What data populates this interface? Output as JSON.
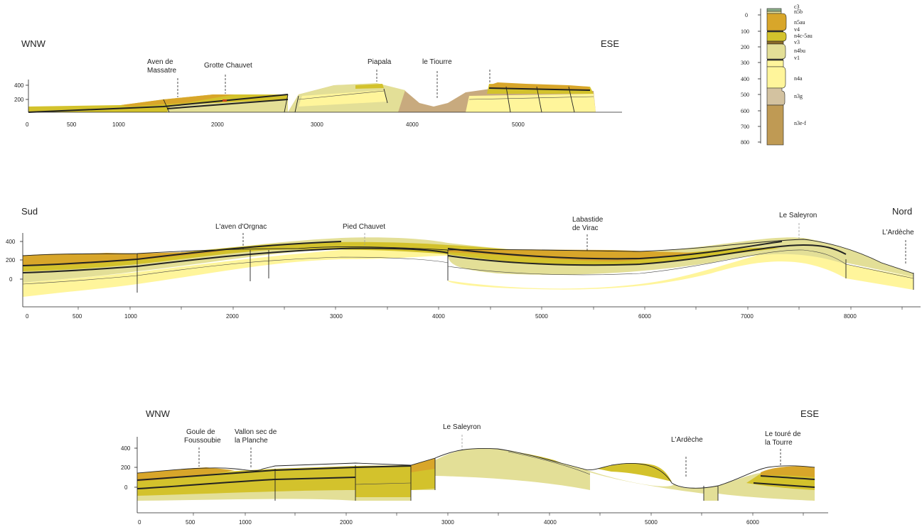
{
  "section1": {
    "left_direction": "WNW",
    "right_direction": "ESE",
    "labels": {
      "aven_line1": "Aven de",
      "aven_line2": "Massatre",
      "grotte": "Grotte Chauvet",
      "piapala": "Piapala",
      "tiourre": "le Tiourre"
    },
    "y_ticks": [
      "400",
      "200"
    ],
    "x_ticks": [
      "0",
      "500",
      "1000",
      "2000",
      "3000",
      "4000",
      "5000"
    ]
  },
  "legend_column": {
    "depth_ticks": [
      "0",
      "100",
      "200",
      "300",
      "400",
      "500",
      "600",
      "700",
      "800"
    ],
    "units": [
      "c3",
      "n5b",
      "n5au",
      "v4",
      "n4c-5au",
      "v3",
      "n4bu",
      "v1",
      "n4a",
      "n3g",
      "n3e-f"
    ]
  },
  "section2": {
    "left_direction": "Sud",
    "right_direction": "Nord",
    "labels": {
      "orgnac": "L'aven d'Orgnac",
      "pied": "Pied Chauvet",
      "labastide_line1": "Labastide",
      "labastide_line2": "de Virac",
      "saleyron": "Le Saleyron",
      "ardeche": "L'Ardèche"
    },
    "y_ticks": [
      "400",
      "200",
      "0"
    ],
    "x_ticks": [
      "0",
      "500",
      "1000",
      "2000",
      "3000",
      "4000",
      "5000",
      "6000",
      "7000",
      "8000"
    ]
  },
  "section3": {
    "left_direction": "WNW",
    "right_direction": "ESE",
    "labels": {
      "goule_line1": "Goule de",
      "goule_line2": "Foussoubie",
      "vallon_line1": "Vallon sec de",
      "vallon_line2": "la Planche",
      "saleyron": "Le Saleyron",
      "ardeche": "L'Ardèche",
      "toure_line1": "Le touré de",
      "toure_line2": "la Tourre"
    },
    "y_ticks": [
      "400",
      "200",
      "0"
    ],
    "x_ticks": [
      "0",
      "500",
      "1000",
      "2000",
      "3000",
      "4000",
      "5000",
      "6000"
    ]
  },
  "colors": {
    "dark_ochre": "#d8a62a",
    "olive_yellow": "#d3c22c",
    "pale_olive": "#e3df97",
    "pale_yellow": "#fff59b",
    "tan": "#c8aa7e",
    "brown": "#bf9a54",
    "green_cap": "#8db08a"
  }
}
